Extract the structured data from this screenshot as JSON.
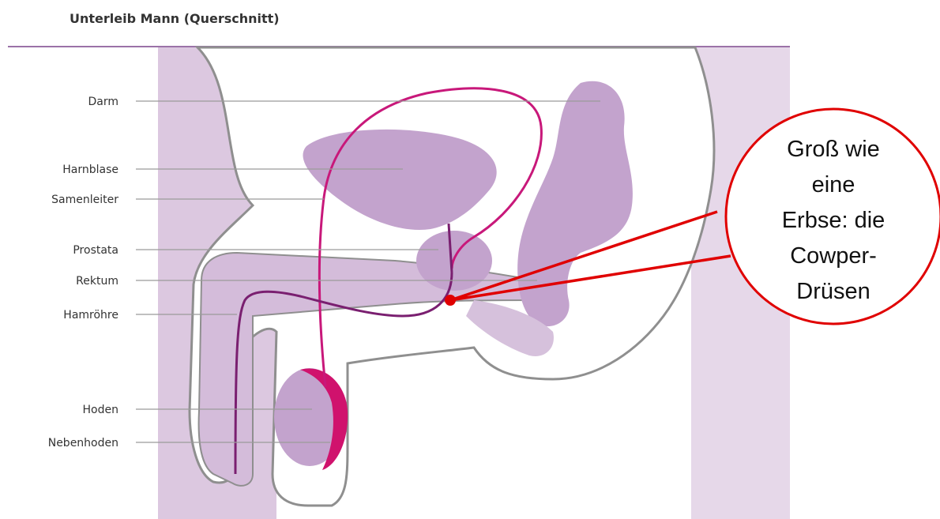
{
  "title": "Unterleib Mann (Querschnitt)",
  "labels": [
    {
      "key": "darm",
      "text": "Darm"
    },
    {
      "key": "harnblase",
      "text": "Harnblase"
    },
    {
      "key": "samenleiter",
      "text": "Samenleiter"
    },
    {
      "key": "prostata",
      "text": "Prostata"
    },
    {
      "key": "rektum",
      "text": "Rektum"
    },
    {
      "key": "harnroehre",
      "text": "Hamröhre"
    },
    {
      "key": "hoden",
      "text": "Hoden"
    },
    {
      "key": "nebenhoden",
      "text": "Nebenhoden"
    }
  ],
  "callout": {
    "lines": [
      "Groß wie",
      "eine",
      "Erbse: die",
      "Cowper-",
      "Drüsen"
    ]
  },
  "colors": {
    "tissue": "#d7c3dc",
    "organ": "#c3a3cd",
    "duct": "#c8187a",
    "urethra": "#7a1f70",
    "outline": "#9a9a9a",
    "header_rule": "#9b72a8",
    "callout": "#e00000"
  }
}
